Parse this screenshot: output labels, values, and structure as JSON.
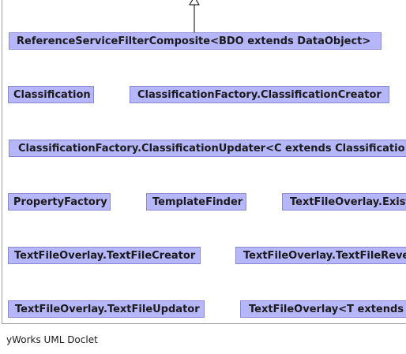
{
  "diagram": {
    "nodes": [
      {
        "id": "reference-service-filter-composite",
        "label": "ReferenceServiceFilterComposite<BDO extends DataObject>"
      },
      {
        "id": "classification",
        "label": "Classification"
      },
      {
        "id": "classification-creator",
        "label": "ClassificationFactory.ClassificationCreator"
      },
      {
        "id": "classification-updater",
        "label": "ClassificationFactory.ClassificationUpdater<C extends Classificatio"
      },
      {
        "id": "property-factory",
        "label": "PropertyFactory"
      },
      {
        "id": "template-finder",
        "label": "TemplateFinder"
      },
      {
        "id": "text-file-overlay-exist",
        "label": "TextFileOverlay.Exist"
      },
      {
        "id": "text-file-creator",
        "label": "TextFileOverlay.TextFileCreator"
      },
      {
        "id": "text-file-reve",
        "label": "TextFileOverlay.TextFileReve"
      },
      {
        "id": "text-file-updator",
        "label": "TextFileOverlay.TextFileUpdator"
      },
      {
        "id": "text-file-overlay-generic",
        "label": "TextFileOverlay<T extends"
      }
    ]
  },
  "footer": {
    "text": "yWorks UML Doclet"
  }
}
